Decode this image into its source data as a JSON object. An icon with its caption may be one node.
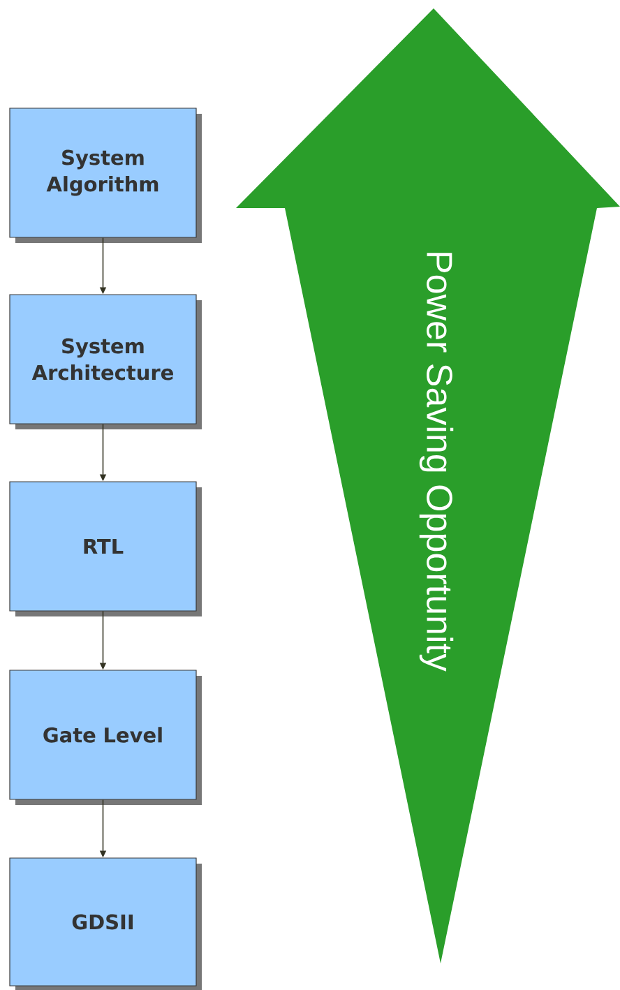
{
  "diagram": {
    "nodes": [
      {
        "text": [
          "System Algorithm"
        ]
      },
      {
        "text": [
          "System Architecture"
        ]
      },
      {
        "text": [
          "RTL"
        ]
      },
      {
        "text": [
          "Gate Level"
        ]
      },
      {
        "text": [
          "GDSII"
        ]
      },
      {
        "text": [
          "Power Saving Opportunity"
        ]
      }
    ],
    "edges": [
      {
        "from": 0,
        "to": 1,
        "arrow": "to"
      },
      {
        "from": 1,
        "to": 2,
        "arrow": "to"
      },
      {
        "from": 2,
        "to": 3,
        "arrow": "to"
      },
      {
        "from": 3,
        "to": 4,
        "arrow": "to"
      }
    ]
  }
}
